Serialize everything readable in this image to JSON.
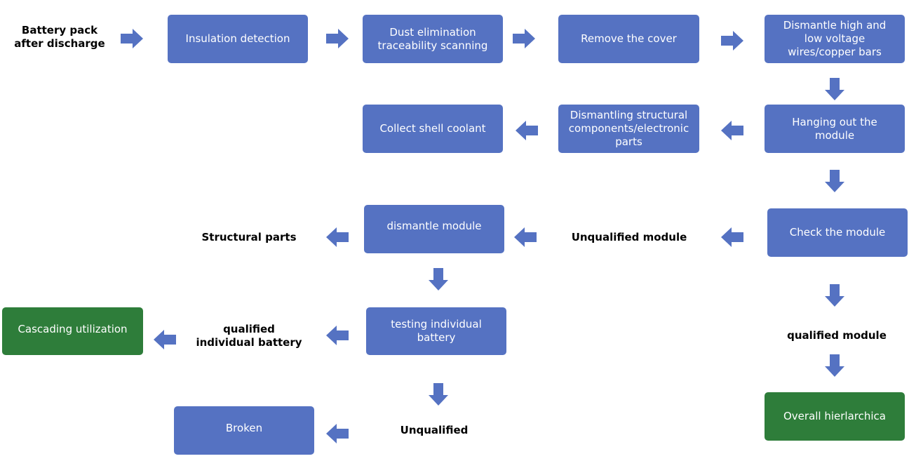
{
  "colors": {
    "process": "#5572c2",
    "terminal": "#2e7d3a",
    "text": "#000000"
  },
  "steps": {
    "start": "Battery pack\nafter discharge",
    "insulation": "Insulation detection",
    "dust": "Dust elimination\ntraceability scanning",
    "cover": "Remove the cover",
    "wires": "Dismantle high and\nlow voltage\nwires/copper bars",
    "hanging": "Hanging out the\nmodule",
    "structural_dismantle": "Dismantling structural\ncomponents/electronic\nparts",
    "coolant": "Collect shell coolant",
    "check": "Check the module",
    "unqualified_module": "Unqualified module",
    "dismantle_module": "dismantle module",
    "structural_parts": "Structural parts",
    "testing": "testing individual\nbattery",
    "qualified_battery": "qualified\nindividual battery",
    "cascading": "Cascading utilization",
    "unqualified": "Unqualified",
    "broken": "Broken",
    "qualified_module": "qualified module",
    "overall": "Overall hierlarchica"
  }
}
